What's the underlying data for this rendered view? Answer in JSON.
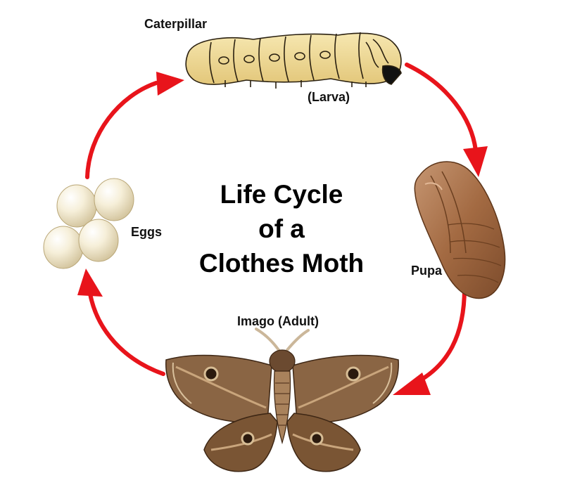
{
  "title": {
    "line1": "Life Cycle",
    "line2": "of a",
    "line3": "Clothes Moth"
  },
  "stages": {
    "caterpillar": "Caterpillar",
    "larva": "(Larva)",
    "pupa": "Pupa",
    "imago": "Imago (Adult)",
    "eggs": "Eggs"
  },
  "colors": {
    "arrow": "#e8141b",
    "larva_body": "#efd99a",
    "pupa": "#a86f45",
    "moth_wing": "#8a6544",
    "egg": "#f4ecd4"
  },
  "icons": [
    "larva-illustration",
    "pupa-illustration",
    "moth-illustration",
    "eggs-illustration",
    "cycle-arrow"
  ]
}
